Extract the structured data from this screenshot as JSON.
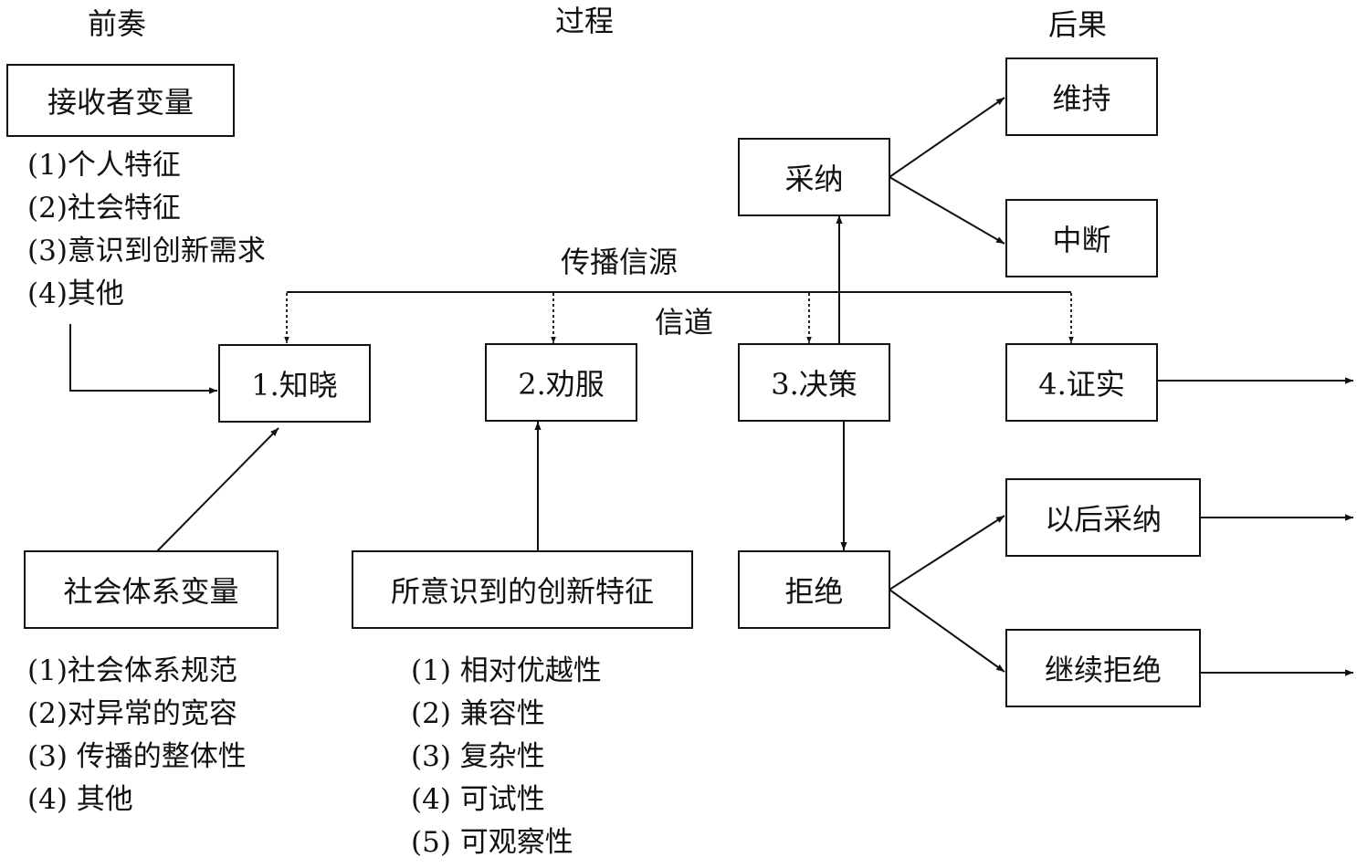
{
  "headers": {
    "antecedents": "前奏",
    "process": "过程",
    "consequences": "后果"
  },
  "receiver": {
    "title": "接收者变量",
    "items": [
      "(1)个人特征",
      "(2)社会特征",
      "(3)意识到创新需求",
      "(4)其他"
    ]
  },
  "social_system": {
    "title": "社会体系变量",
    "items": [
      "(1)社会体系规范",
      "(2)对异常的宽容",
      "(3) 传播的整体性",
      "(4) 其他"
    ]
  },
  "innovation": {
    "title": "所意识到的创新特征",
    "items": [
      "(1) 相对优越性",
      "(2) 兼容性",
      "(3) 复杂性",
      "(4) 可试性",
      "(5) 可观察性"
    ]
  },
  "stages": {
    "knowledge": "1.知晓",
    "persuasion": "2.劝服",
    "decision": "3.决策",
    "confirmation": "4.证实"
  },
  "outcomes": {
    "adoption": "采纳",
    "rejection": "拒绝",
    "continued": "维持",
    "discontinued": "中断",
    "later_adoption": "以后采纳",
    "continued_rejection": "继续拒绝"
  },
  "channels": {
    "source": "传播信源",
    "channel": "信道"
  }
}
